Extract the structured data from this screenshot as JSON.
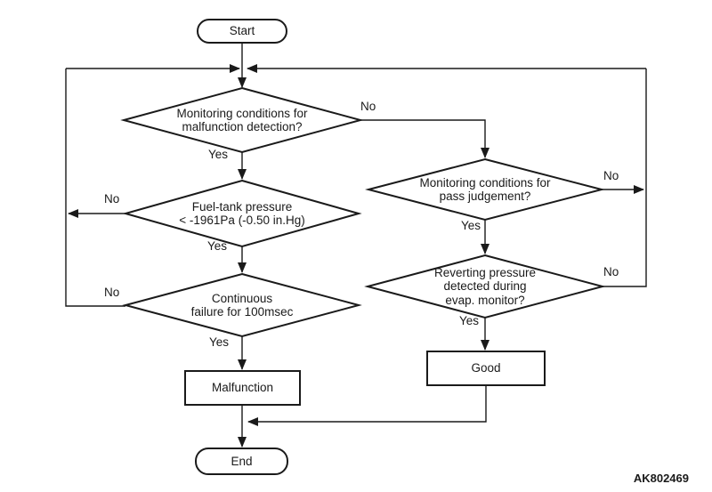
{
  "figure": {
    "code": "AK802469",
    "background_color": "#ffffff",
    "line_color": "#1a1a1a",
    "text_color": "#1a1a1a"
  },
  "nodes": {
    "start": {
      "type": "terminator",
      "label": "Start"
    },
    "malfunction_conditions": {
      "type": "decision",
      "line1": "Monitoring conditions for",
      "line2": "malfunction detection?"
    },
    "fuel_tank_pressure": {
      "type": "decision",
      "line1": "Fuel-tank pressure",
      "line2": "< -1961Pa (-0.50 in.Hg)"
    },
    "continuous_failure": {
      "type": "decision",
      "line1": "Continuous",
      "line2": "failure for 100msec"
    },
    "malfunction": {
      "type": "process",
      "label": "Malfunction"
    },
    "pass_conditions": {
      "type": "decision",
      "line1": "Monitoring conditions for",
      "line2": "pass judgement?"
    },
    "reverting_pressure": {
      "type": "decision",
      "line1": "Reverting pressure",
      "line2": "detected during",
      "line3": "evap. monitor?"
    },
    "good": {
      "type": "process",
      "label": "Good"
    },
    "end": {
      "type": "terminator",
      "label": "End"
    }
  },
  "branches": {
    "malfunction_conditions": {
      "yes": "Yes",
      "no": "No"
    },
    "fuel_tank_pressure": {
      "yes": "Yes",
      "no": "No"
    },
    "continuous_failure": {
      "yes": "Yes",
      "no": "No"
    },
    "pass_conditions": {
      "yes": "Yes",
      "no": "No"
    },
    "reverting_pressure": {
      "yes": "Yes",
      "no": "No"
    }
  }
}
